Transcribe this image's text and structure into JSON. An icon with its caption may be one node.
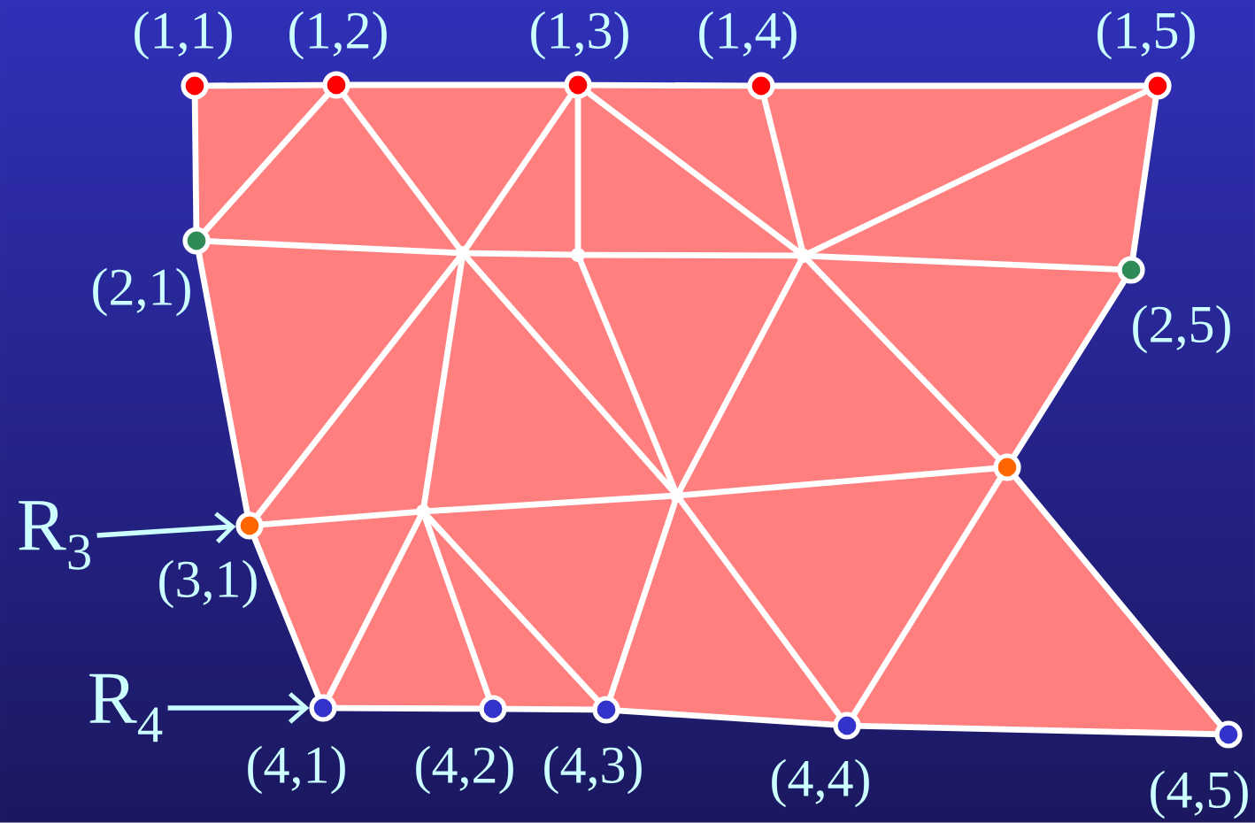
{
  "diagram": {
    "nodes": [
      {
        "text": [],
        "shape": "circle",
        "beside": [
          "(1,1)"
        ]
      },
      {
        "text": [],
        "shape": "circle",
        "beside": [
          "(1,2)"
        ]
      },
      {
        "text": [],
        "shape": "circle",
        "beside": [
          "(1,3)"
        ]
      },
      {
        "text": [],
        "shape": "circle",
        "beside": [
          "(1,4)"
        ]
      },
      {
        "text": [],
        "shape": "circle",
        "beside": [
          "(1,5)"
        ]
      },
      {
        "text": [],
        "shape": "circle",
        "beside": [
          "(2,1)"
        ]
      },
      {
        "text": [],
        "shape": "dot"
      },
      {
        "text": [],
        "shape": "dot"
      },
      {
        "text": [],
        "shape": "dot"
      },
      {
        "text": [],
        "shape": "circle",
        "beside": [
          "(2,5)"
        ]
      },
      {
        "text": [],
        "shape": "circle"
      },
      {
        "text": [],
        "shape": "dot"
      },
      {
        "text": [],
        "shape": "dot"
      },
      {
        "text": [
          "R$_{3}$"
        ]
      },
      {
        "text": [],
        "shape": "circle",
        "beside": [
          "(3,1)"
        ]
      },
      {
        "text": [
          "R$_{4}$"
        ]
      },
      {
        "text": [],
        "shape": "circle",
        "beside": [
          "(4,1)"
        ]
      },
      {
        "text": [],
        "shape": "circle",
        "beside": [
          "(4,2)"
        ]
      },
      {
        "text": [],
        "shape": "circle",
        "beside": [
          "(4,3)"
        ]
      },
      {
        "text": [],
        "shape": "circle",
        "beside": [
          "(4,4)"
        ]
      },
      {
        "text": [],
        "shape": "circle",
        "beside": [
          "(4,5)"
        ]
      }
    ],
    "edges": [
      {
        "from": 0,
        "to": 1,
        "arrow": "none"
      },
      {
        "from": 1,
        "to": 2,
        "arrow": "none"
      },
      {
        "from": 2,
        "to": 3,
        "arrow": "none"
      },
      {
        "from": 3,
        "to": 4,
        "arrow": "none"
      },
      {
        "from": 0,
        "to": 5,
        "arrow": "none"
      },
      {
        "from": 5,
        "to": 1,
        "arrow": "none"
      },
      {
        "from": 1,
        "to": 6,
        "arrow": "none"
      },
      {
        "from": 2,
        "to": 6,
        "arrow": "none"
      },
      {
        "from": 2,
        "to": 7,
        "arrow": "none"
      },
      {
        "from": 2,
        "to": 8,
        "arrow": "none"
      },
      {
        "from": 3,
        "to": 8,
        "arrow": "none"
      },
      {
        "from": 4,
        "to": 8,
        "arrow": "none"
      },
      {
        "from": 4,
        "to": 9,
        "arrow": "none"
      },
      {
        "from": 5,
        "to": 6,
        "arrow": "none"
      },
      {
        "from": 6,
        "to": 7,
        "arrow": "none"
      },
      {
        "from": 7,
        "to": 8,
        "arrow": "none"
      },
      {
        "from": 8,
        "to": 9,
        "arrow": "none"
      },
      {
        "from": 5,
        "to": 14,
        "arrow": "none"
      },
      {
        "from": 14,
        "to": 6,
        "arrow": "none"
      },
      {
        "from": 6,
        "to": 12,
        "arrow": "none"
      },
      {
        "from": 6,
        "to": 11,
        "arrow": "none"
      },
      {
        "from": 7,
        "to": 11,
        "arrow": "none"
      },
      {
        "from": 8,
        "to": 11,
        "arrow": "none"
      },
      {
        "from": 8,
        "to": 10,
        "arrow": "none"
      },
      {
        "from": 9,
        "to": 10,
        "arrow": "none"
      },
      {
        "from": 14,
        "to": 12,
        "arrow": "none"
      },
      {
        "from": 12,
        "to": 11,
        "arrow": "none"
      },
      {
        "from": 11,
        "to": 10,
        "arrow": "none"
      },
      {
        "from": 14,
        "to": 16,
        "arrow": "none"
      },
      {
        "from": 16,
        "to": 12,
        "arrow": "none"
      },
      {
        "from": 12,
        "to": 17,
        "arrow": "none"
      },
      {
        "from": 12,
        "to": 18,
        "arrow": "none"
      },
      {
        "from": 18,
        "to": 11,
        "arrow": "none"
      },
      {
        "from": 11,
        "to": 19,
        "arrow": "none"
      },
      {
        "from": 19,
        "to": 10,
        "arrow": "none"
      },
      {
        "from": 10,
        "to": 20,
        "arrow": "none"
      },
      {
        "from": 16,
        "to": 17,
        "arrow": "none"
      },
      {
        "from": 17,
        "to": 18,
        "arrow": "none"
      },
      {
        "from": 18,
        "to": 19,
        "arrow": "none"
      },
      {
        "from": 19,
        "to": 20,
        "arrow": "none"
      },
      {
        "from": 13,
        "to": 14,
        "arrow": "to"
      },
      {
        "from": 15,
        "to": 16,
        "arrow": "to"
      }
    ]
  }
}
